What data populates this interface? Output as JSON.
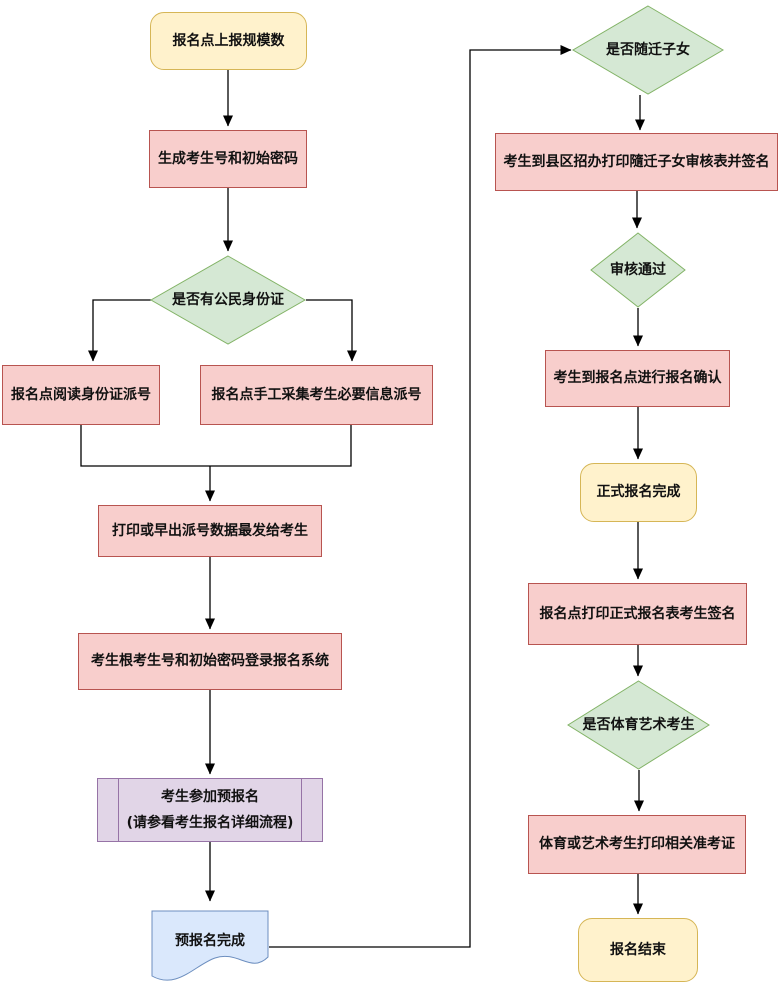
{
  "colors": {
    "background": "#ffffff",
    "text": "#111111",
    "line": "#000000",
    "yellow_fill": "#fff2cc",
    "yellow_border": "#d6b656",
    "pink_fill": "#f8cecc",
    "pink_border": "#b85450",
    "green_fill": "#d5e8d4",
    "green_border": "#82b366",
    "purple_fill": "#e1d5e7",
    "purple_border": "#9673a6",
    "blue_fill": "#dae8fc",
    "blue_border": "#6c8ebf"
  },
  "nodes": {
    "start": "报名点上报规模数",
    "gen_credentials": "生成考生号和初始密码",
    "has_id_card": "是否有公民身份证",
    "read_id_card": "报名点阅读身份证派号",
    "manual_collect": "报名点手工采集考生必要信息派号",
    "print_dispatch": "打印或早出派号数据最发给考生",
    "login_system": "考生根考生号和初始密码登录报名系统",
    "pre_register_line1": "考生参加预报名",
    "pre_register_line2": "(请参看考生报名详细流程)",
    "pre_register_done": "预报名完成",
    "migrant_children": "是否随迁子女",
    "print_migrant_form": "考生到县区招办打印隨迁子女审核表并签名",
    "audit_passed": "审核通过",
    "confirm_registration": "考生到报名点进行报名确认",
    "formal_done": "正式报名完成",
    "print_formal_form": "报名点打印正式报名表考生签名",
    "sports_art": "是否体育艺术考生",
    "print_exam_ticket": "体育或艺术考生打印相关准考证",
    "end": "报名结束"
  }
}
